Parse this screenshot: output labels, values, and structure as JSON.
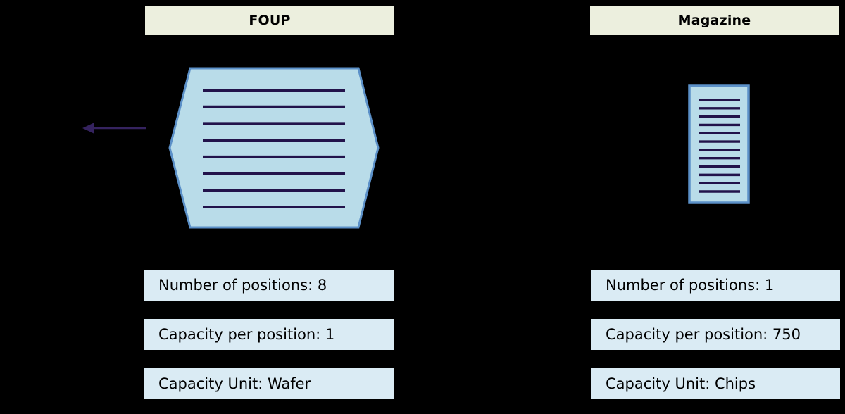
{
  "columns": [
    {
      "header": "FOUP",
      "shape": "hexagon-container",
      "slot_lines": 8,
      "stats": [
        "Number of positions: 8",
        "Capacity per position: 1",
        "Capacity Unit: Wafer"
      ]
    },
    {
      "header": "Magazine",
      "shape": "rectangle-container",
      "slot_lines": 12,
      "stats": [
        "Number of positions: 1",
        "Capacity per position: 750",
        "Capacity Unit: Chips"
      ]
    }
  ],
  "icons": {
    "left_arrow": "left-arrow"
  },
  "colors": {
    "background": "#000000",
    "header_fill": "#ECEFDE",
    "stat_box_fill": "#DAEBF4",
    "shape_fill": "#B9DCE9",
    "shape_border": "#5B90C8",
    "slot_line": "#22134B",
    "arrow": "#35235F",
    "text": "#000000"
  }
}
